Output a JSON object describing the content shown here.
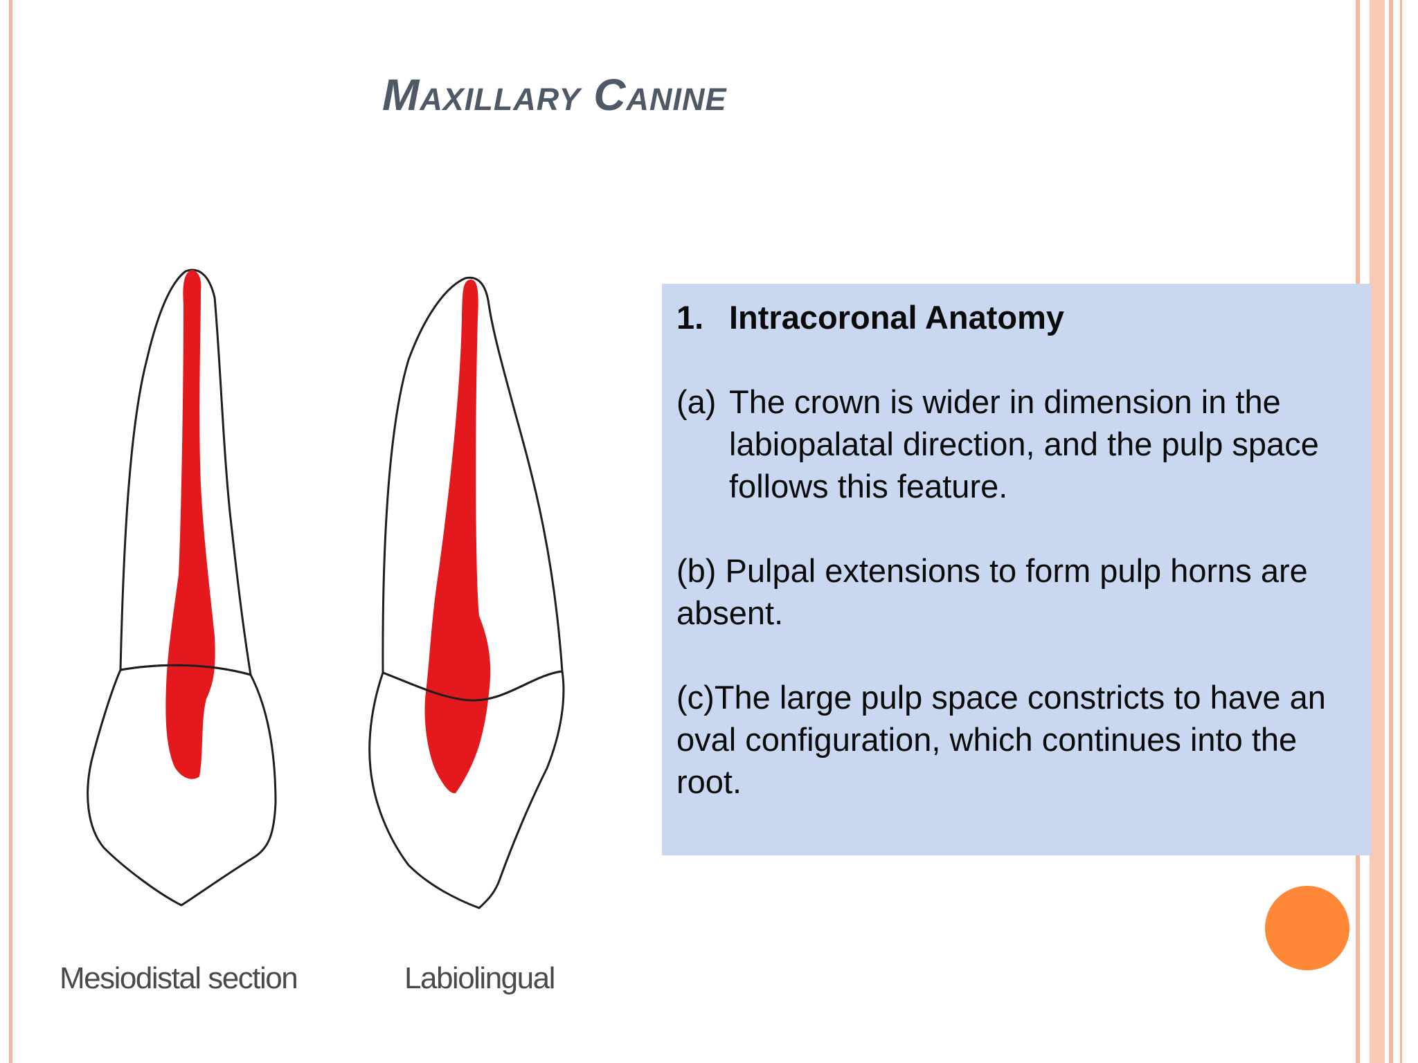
{
  "slide": {
    "title": "Maxillary Canine",
    "accent_color": "#fe8838",
    "border_color": "#f6b6a0",
    "box_color": "#c9d7f0"
  },
  "figure": {
    "captions": [
      "Mesiodistal section",
      "Labiolingual"
    ],
    "pulp_color": "#e3191e"
  },
  "content": {
    "item_number": "1.",
    "heading": "Intracoronal Anatomy",
    "points": [
      {
        "label": "(a)",
        "text": "The crown is wider in dimension in the labiopalatal direction, and the pulp space follows this feature."
      },
      {
        "label": "(b)",
        "text": "Pulpal extensions to form pulp horns are absent."
      },
      {
        "label": "(c)",
        "text": "The large pulp space constricts to have an oval configuration, which continues into the root."
      }
    ]
  }
}
